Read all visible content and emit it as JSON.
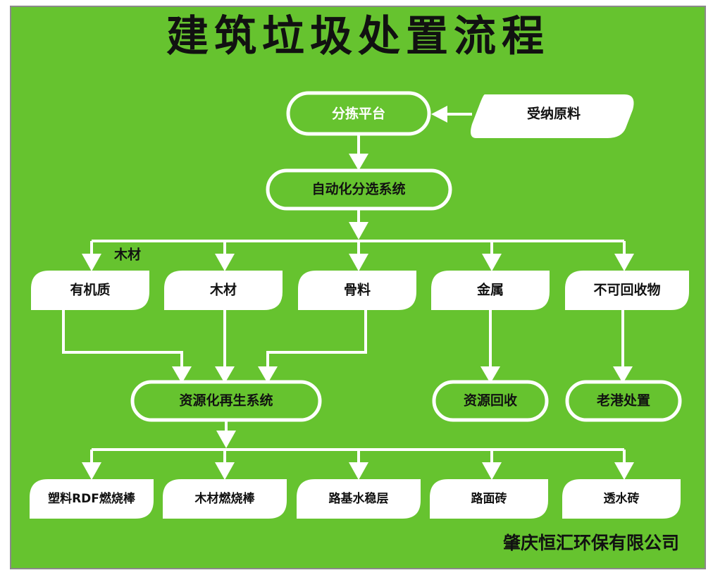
{
  "poster": {
    "title": "建筑垃圾处置流程",
    "footer": "肇庆恒汇环保有限公司",
    "background_color": "#66c32f",
    "line_color": "#ffffff",
    "node_fill_color": "#ffffff",
    "text_color": "#111111"
  },
  "chart_data": {
    "type": "diagram",
    "title": "建筑垃圾处置流程",
    "nodes": [
      {
        "id": "intake",
        "label": "受纳原料",
        "style": "banner",
        "row": 1
      },
      {
        "id": "sorting",
        "label": "分拣平台",
        "style": "pill-outline",
        "row": 1
      },
      {
        "id": "auto",
        "label": "自动化分选系统",
        "style": "pill-outline",
        "row": 2
      },
      {
        "id": "organic",
        "label": "有机质",
        "style": "banner",
        "row": 3
      },
      {
        "id": "wood",
        "label": "木材",
        "style": "banner",
        "row": 3
      },
      {
        "id": "aggregate",
        "label": "骨料",
        "style": "banner",
        "row": 3
      },
      {
        "id": "metal",
        "label": "金属",
        "style": "banner",
        "row": 3
      },
      {
        "id": "nonrecyc",
        "label": "不可回收物",
        "style": "banner",
        "row": 3
      },
      {
        "id": "recycle",
        "label": "资源化再生系统",
        "style": "pill-outline",
        "row": 4
      },
      {
        "id": "recovery",
        "label": "资源回收",
        "style": "pill-outline",
        "row": 4
      },
      {
        "id": "laogang",
        "label": "老港处置",
        "style": "pill-outline",
        "row": 4
      },
      {
        "id": "rdf",
        "label": "塑料RDF燃烧棒",
        "style": "banner",
        "row": 5
      },
      {
        "id": "woodrod",
        "label": "木材燃烧棒",
        "style": "banner",
        "row": 5
      },
      {
        "id": "roadbed",
        "label": "路基水稳层",
        "style": "banner",
        "row": 5
      },
      {
        "id": "pavebrick",
        "label": "路面砖",
        "style": "banner",
        "row": 5
      },
      {
        "id": "permbrick",
        "label": "透水砖",
        "style": "banner",
        "row": 5
      }
    ],
    "edge_labels": [
      {
        "id": "wood-branch-label",
        "label": "木材"
      }
    ],
    "edges": [
      {
        "from": "intake",
        "to": "sorting",
        "direction": "left"
      },
      {
        "from": "sorting",
        "to": "auto",
        "direction": "down"
      },
      {
        "from": "auto",
        "to": "organic",
        "direction": "down"
      },
      {
        "from": "auto",
        "to": "wood",
        "direction": "down"
      },
      {
        "from": "auto",
        "to": "aggregate",
        "direction": "down"
      },
      {
        "from": "auto",
        "to": "metal",
        "direction": "down"
      },
      {
        "from": "auto",
        "to": "nonrecyc",
        "direction": "down"
      },
      {
        "from": "organic",
        "to": "recycle",
        "direction": "down"
      },
      {
        "from": "wood",
        "to": "recycle",
        "direction": "down"
      },
      {
        "from": "aggregate",
        "to": "recycle",
        "direction": "down"
      },
      {
        "from": "metal",
        "to": "recovery",
        "direction": "down"
      },
      {
        "from": "nonrecyc",
        "to": "laogang",
        "direction": "down"
      },
      {
        "from": "recycle",
        "to": "rdf",
        "direction": "down"
      },
      {
        "from": "recycle",
        "to": "woodrod",
        "direction": "down"
      },
      {
        "from": "recycle",
        "to": "roadbed",
        "direction": "down"
      },
      {
        "from": "recycle",
        "to": "pavebrick",
        "direction": "down"
      },
      {
        "from": "recycle",
        "to": "permbrick",
        "direction": "down"
      }
    ]
  }
}
